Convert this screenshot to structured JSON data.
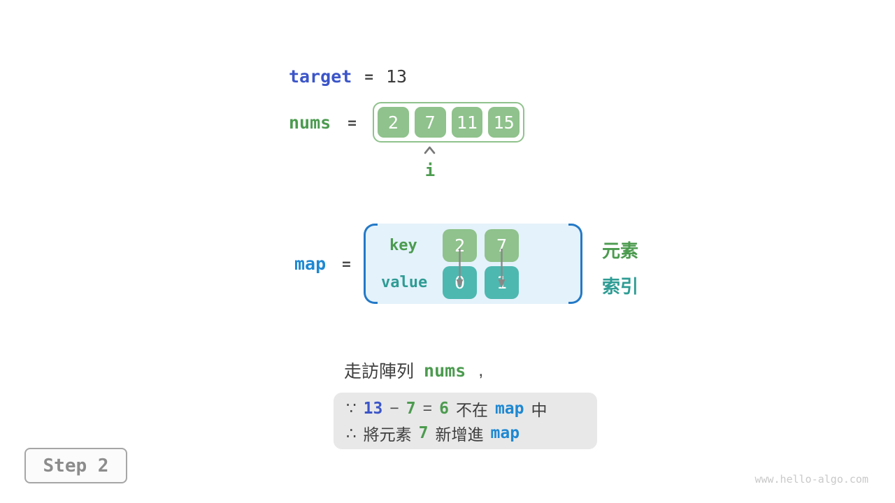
{
  "colors": {
    "green_box": "#8FC28C",
    "green_text": "#4C9B4F",
    "teal_box": "#4DB8B0",
    "teal_text": "#2E9C94",
    "indigo": "#3B55C8",
    "blue": "#1E88D2",
    "bracket_blue": "#2479C6",
    "map_bg": "#E4F2FB",
    "note_bg": "#E8E8E8"
  },
  "target_row": {
    "label": "target",
    "op": "=",
    "value": "13"
  },
  "nums_row": {
    "label": "nums",
    "op": "=",
    "cells": [
      "2",
      "7",
      "11",
      "15"
    ],
    "pointer": "i"
  },
  "map_section": {
    "label": "map",
    "op": "=",
    "key_label": "key",
    "value_label": "value",
    "keys": [
      "2",
      "7"
    ],
    "values": [
      "0",
      "1"
    ],
    "right_top": "元素",
    "right_bottom": "索引"
  },
  "caption": {
    "text": "走訪陣列",
    "code": "nums",
    "comma": ","
  },
  "note": {
    "because": "∵",
    "minuend": "13",
    "minus": "−",
    "subtrahend": "7",
    "equals": "=",
    "difference": "6",
    "not_in": "不在",
    "map1": "map",
    "in_suffix": "中",
    "therefore": "∴",
    "add_prefix": "將元素",
    "element": "7",
    "add_suffix": "新增進",
    "map2": "map"
  },
  "step_badge": "Step 2",
  "watermark": "www.hello-algo.com"
}
